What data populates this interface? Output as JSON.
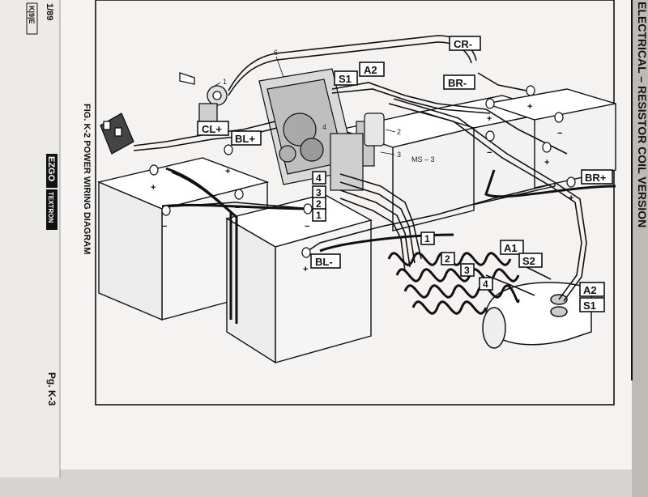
{
  "page": {
    "header_date": "1/89",
    "header_code": "K|9|E",
    "section_title": "ELECTRICAL – RESISTOR COIL VERSION",
    "figure_caption": "FIG. K-2 POWER WIRING DIAGRAM",
    "brand": "EZGO",
    "brand_sub": "TEXTRON",
    "page_number": "Pg. K-3"
  },
  "diagram": {
    "terminals": {
      "cr_minus": "CR-",
      "br_minus": "BR-",
      "br_plus": "BR+",
      "bl_plus": "BL+",
      "bl_minus": "BL-",
      "cl_plus": "CL+",
      "s1_top": "S1",
      "a2_top": "A2",
      "a1": "A1",
      "s2": "S2",
      "a2_motor": "A2",
      "s1_motor": "S1"
    },
    "switch_numbers": [
      "4",
      "3",
      "2",
      "1"
    ],
    "coil_numbers": [
      "1",
      "2",
      "3",
      "4"
    ],
    "callouts": {
      "c6": "6",
      "c1": "1",
      "c2": "2",
      "c3": "3",
      "c4": "4",
      "ms3": "MS – 3"
    },
    "polarity": {
      "plus": "+",
      "minus": "−"
    }
  }
}
